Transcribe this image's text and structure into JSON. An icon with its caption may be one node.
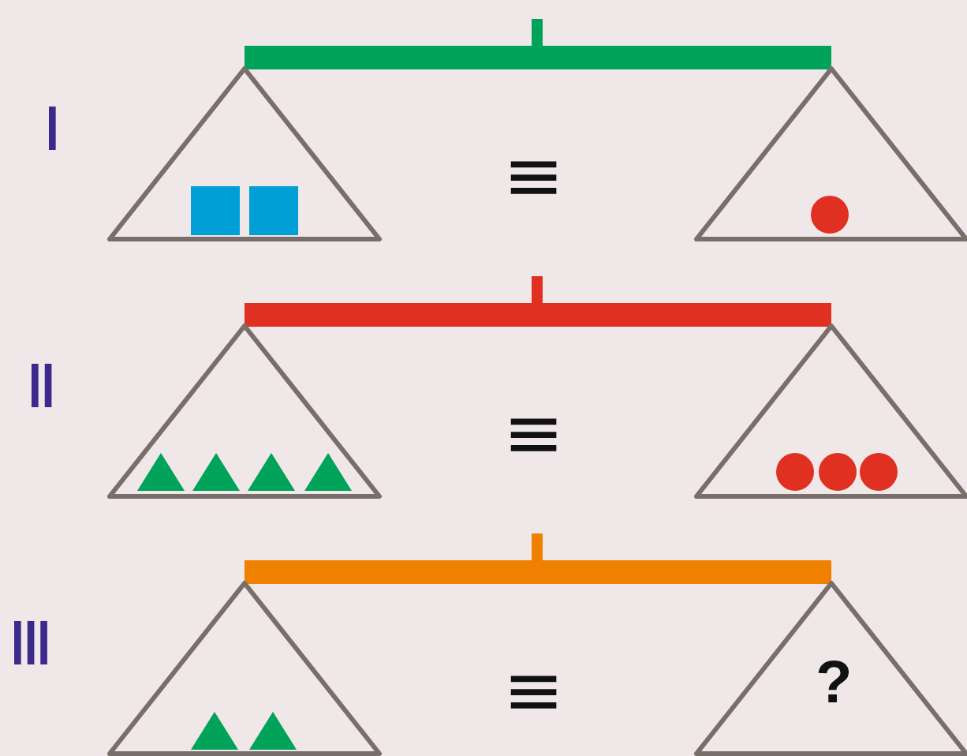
{
  "diagram": {
    "nodes": [
      {
        "text": [],
        "shape": "triangle"
      },
      {
        "text": [],
        "shape": "box",
        "in": 0
      },
      {
        "text": [],
        "shape": "box",
        "in": 0
      },
      {
        "text": [],
        "shape": "triangle"
      },
      {
        "text": [],
        "shape": "circle",
        "in": 3
      },
      {
        "text": [],
        "shape": "triangle"
      },
      {
        "text": [],
        "shape": "triangle",
        "in": 5
      },
      {
        "text": [],
        "shape": "triangle",
        "in": 5
      },
      {
        "text": [],
        "shape": "triangle",
        "in": 5
      },
      {
        "text": [],
        "shape": "triangle",
        "in": 5
      },
      {
        "text": [],
        "shape": "triangle"
      },
      {
        "text": [],
        "shape": "circle",
        "in": 10
      },
      {
        "text": [],
        "shape": "circle",
        "in": 10
      },
      {
        "text": [],
        "shape": "circle",
        "in": 10
      },
      {
        "text": [],
        "shape": "triangle"
      },
      {
        "text": [],
        "shape": "triangle",
        "in": 14
      },
      {
        "text": [],
        "shape": "triangle",
        "in": 14
      },
      {
        "text": [
          "?"
        ]
      }
    ],
    "labels": [
      "I",
      "≡",
      "II",
      "≡",
      "III",
      "≡"
    ]
  }
}
